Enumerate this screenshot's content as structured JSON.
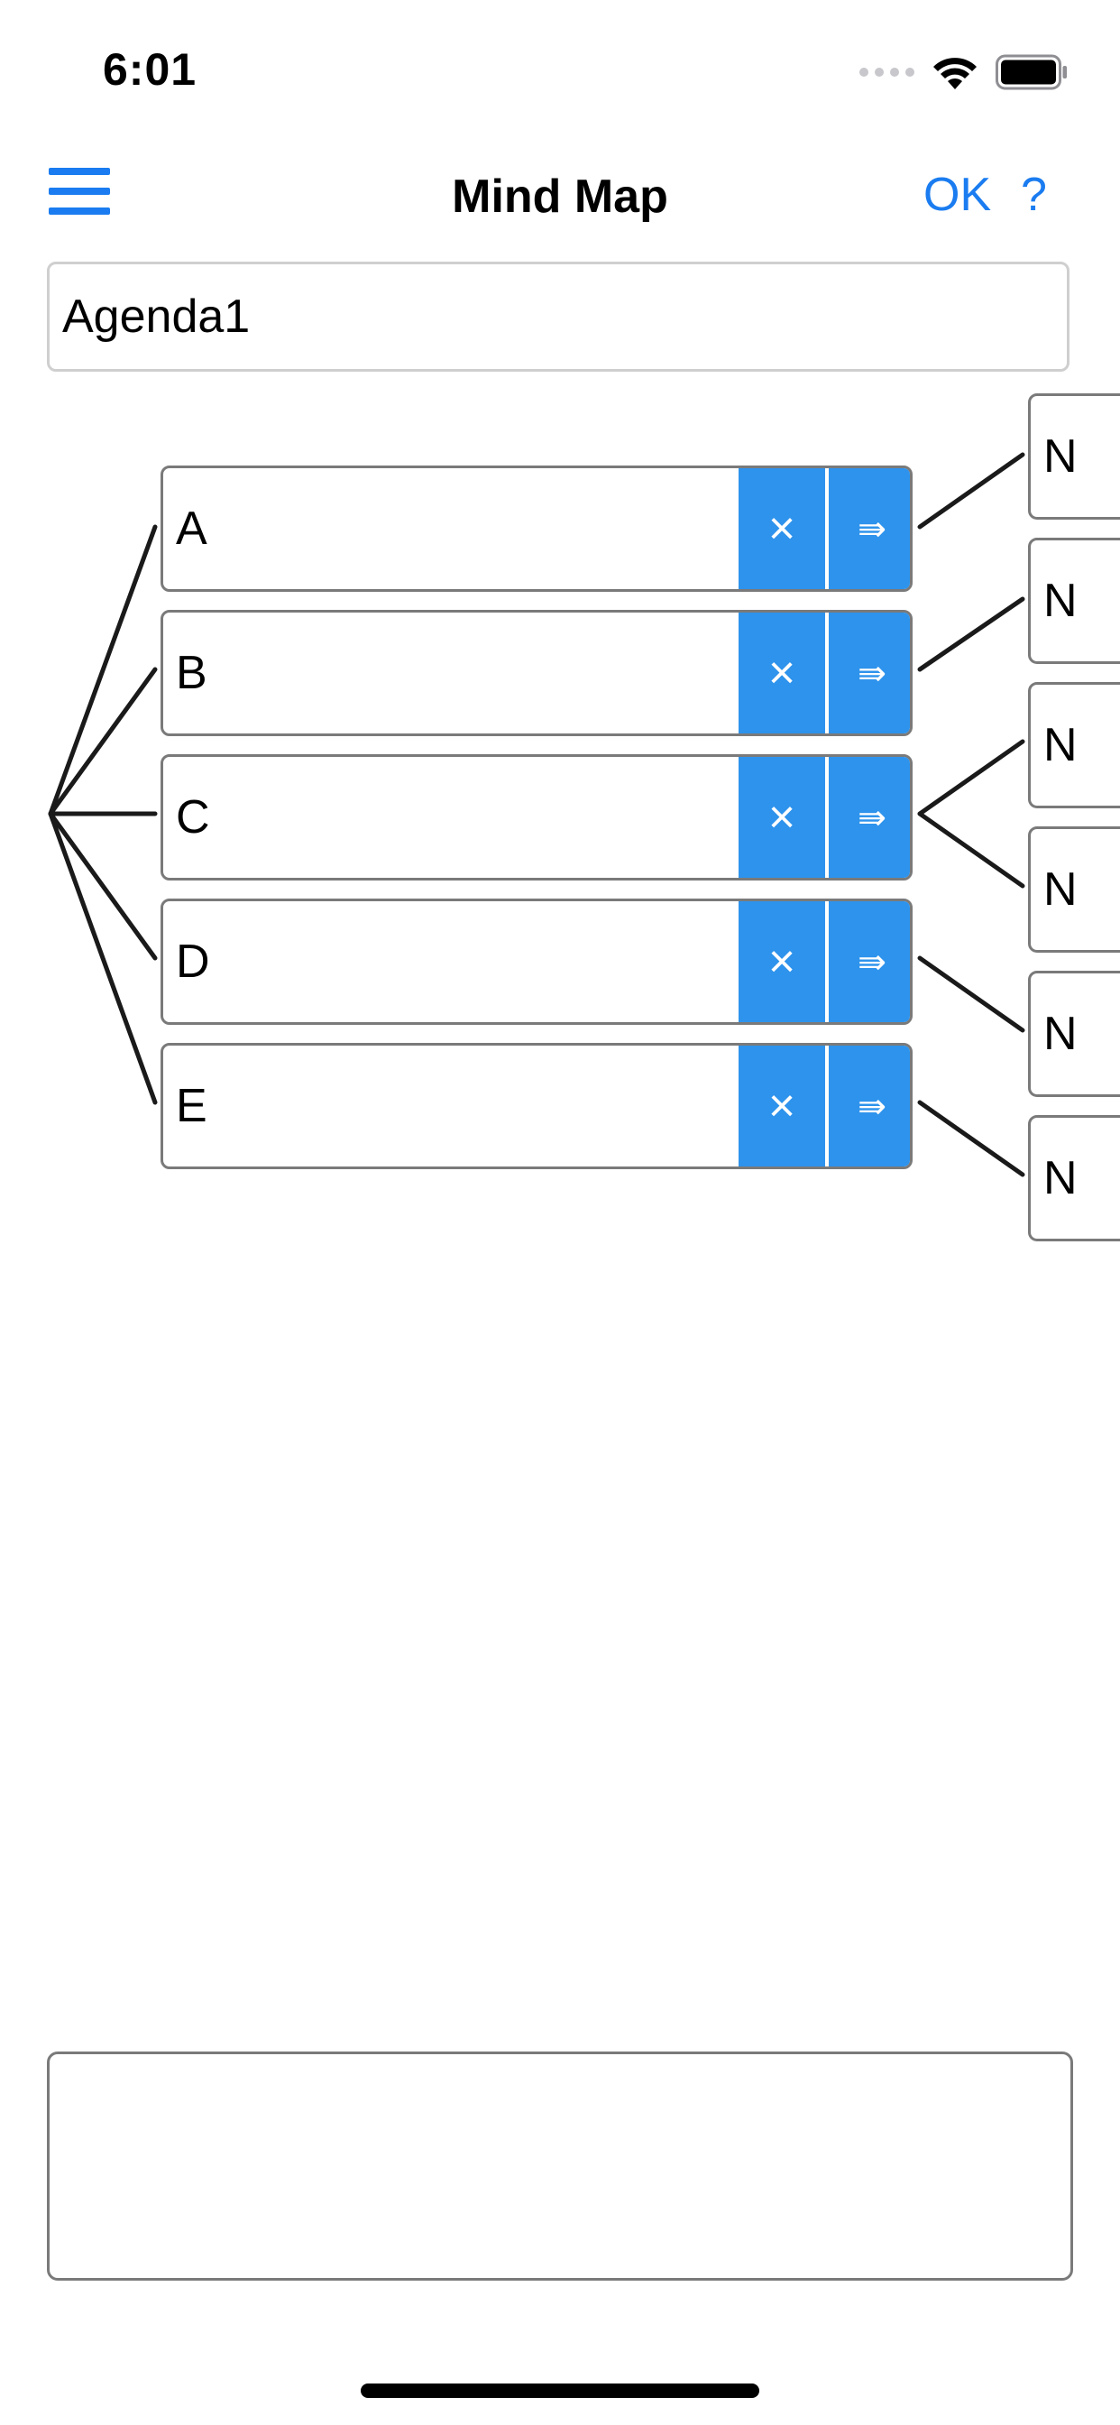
{
  "status_bar": {
    "time": "6:01",
    "wifi_icon": "wifi-icon",
    "battery_icon": "battery-icon"
  },
  "nav": {
    "menu_icon": "hamburger-menu-icon",
    "title": "Mind Map",
    "ok_label": "OK",
    "help_label": "?"
  },
  "map_title": {
    "value": "Agenda1"
  },
  "nodes": [
    {
      "label": "A",
      "delete_label": "×",
      "expand_label": "⇛"
    },
    {
      "label": "B",
      "delete_label": "×",
      "expand_label": "⇛"
    },
    {
      "label": "C",
      "delete_label": "×",
      "expand_label": "⇛"
    },
    {
      "label": "D",
      "delete_label": "×",
      "expand_label": "⇛"
    },
    {
      "label": "E",
      "delete_label": "×",
      "expand_label": "⇛"
    }
  ],
  "child_nodes": [
    {
      "label": "N"
    },
    {
      "label": "N"
    },
    {
      "label": "N"
    },
    {
      "label": "N"
    },
    {
      "label": "N"
    },
    {
      "label": "N"
    }
  ],
  "notes": {
    "value": ""
  },
  "colors": {
    "accent": "#1a7cf0",
    "button_bg": "#2e93ec",
    "border": "#7a7a7a"
  }
}
